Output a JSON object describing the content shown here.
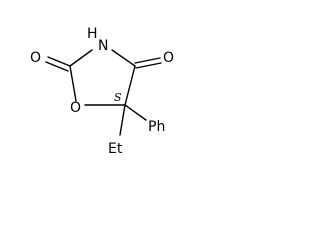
{
  "molecule": {
    "atoms": {
      "carbonyl_o_left": "O",
      "nitrogen": "N",
      "hydrogen": "H",
      "carbonyl_o_right": "O",
      "ring_o": "O",
      "stereo_descriptor": "S",
      "phenyl": "Ph",
      "ethyl": "Et"
    },
    "colors": {
      "ink": "#000000",
      "background": "#ffffff"
    }
  }
}
